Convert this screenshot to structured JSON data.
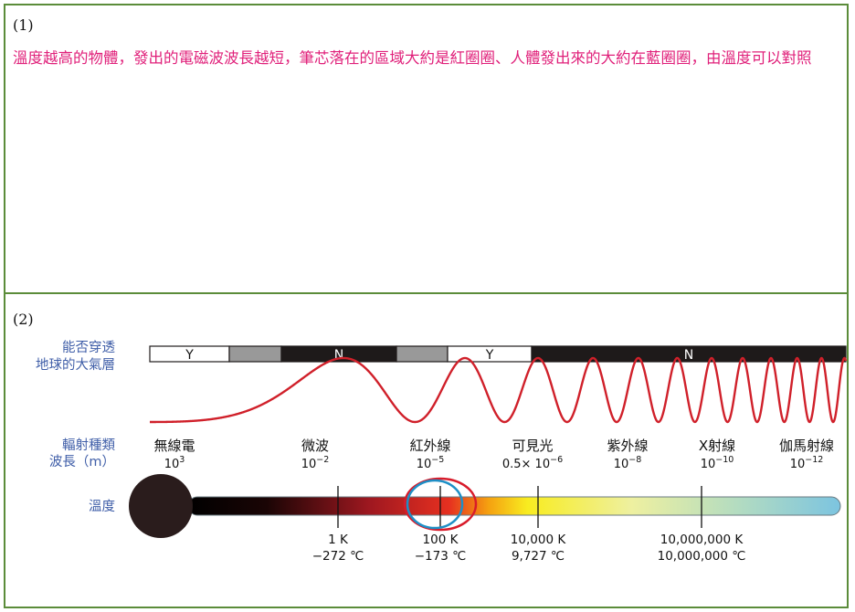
{
  "part1": {
    "label": "(1)",
    "text": "溫度越高的物體，發出的電磁波波長越短，筆芯落在的區域大約是紅圈圈、人體發出來的大約在藍圈圈，由溫度可以對照"
  },
  "part2": {
    "label": "(2)",
    "atmosphere_label_line1": "能否穿透",
    "atmosphere_label_line2": "地球的大氣層",
    "radiation_label_line1": "輻射種類",
    "radiation_label_line2": "波長（m）",
    "temperature_label": "溫度",
    "segments": [
      {
        "label": "Y",
        "kind": "yes"
      },
      {
        "label": "",
        "kind": "partial"
      },
      {
        "label": "N",
        "kind": "no"
      },
      {
        "label": "",
        "kind": "partial"
      },
      {
        "label": "Y",
        "kind": "yes"
      },
      {
        "label": "N",
        "kind": "no"
      }
    ],
    "radiation_types": [
      {
        "name": "無線電",
        "base": "10",
        "exp": "3"
      },
      {
        "name": "微波",
        "base": "10",
        "exp": "−2"
      },
      {
        "name": "紅外線",
        "base": "10",
        "exp": "−5"
      },
      {
        "name": "可見光",
        "base": "0.5× 10",
        "exp": "−6"
      },
      {
        "name": "紫外線",
        "base": "10",
        "exp": "−8"
      },
      {
        "name": "X射線",
        "base": "10",
        "exp": "−10"
      },
      {
        "name": "伽馬射線",
        "base": "10",
        "exp": "−12"
      }
    ],
    "temperature_ticks": [
      {
        "kelvin": "1 K",
        "celsius": "−272 ℃"
      },
      {
        "kelvin": "100 K",
        "celsius": "−173 ℃"
      },
      {
        "kelvin": "10,000 K",
        "celsius": "9,727 ℃"
      },
      {
        "kelvin": "10,000,000 K",
        "celsius": "10,000,000 ℃"
      }
    ],
    "circle_colors": {
      "red_circle": "#d81b2a",
      "blue_circle": "#1e8fc6"
    },
    "wave_color": "#d0202a"
  }
}
